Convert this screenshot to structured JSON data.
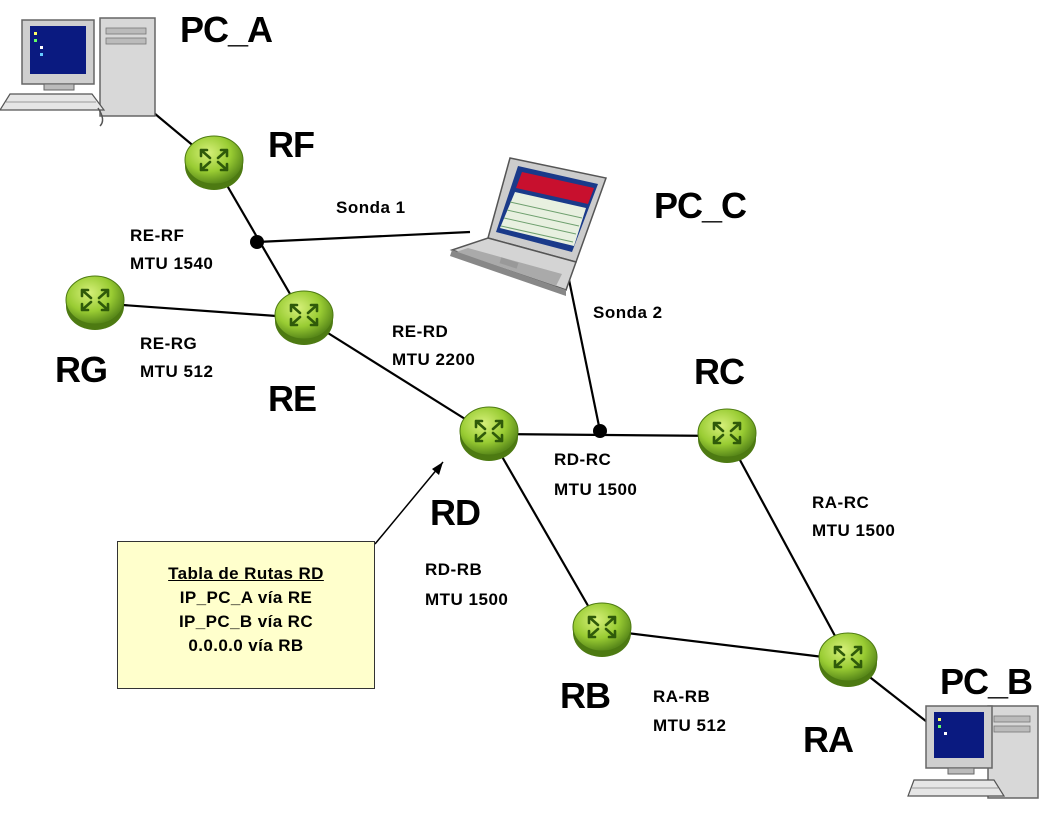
{
  "nodes": {
    "pc_a": "PC_A",
    "pc_b": "PC_B",
    "pc_c": "PC_C",
    "ra": "RA",
    "rb": "RB",
    "rc": "RC",
    "rd": "RD",
    "re": "RE",
    "rf": "RF",
    "rg": "RG"
  },
  "probes": {
    "sonda1": "Sonda 1",
    "sonda2": "Sonda 2"
  },
  "links": {
    "re_rf": {
      "name": "RE-RF",
      "mtu": "MTU 1540"
    },
    "re_rg": {
      "name": "RE-RG",
      "mtu": "MTU 512"
    },
    "re_rd": {
      "name": "RE-RD",
      "mtu": "MTU 2200"
    },
    "rd_rc": {
      "name": "RD-RC",
      "mtu": "MTU 1500"
    },
    "ra_rc": {
      "name": "RA-RC",
      "mtu": "MTU 1500"
    },
    "rd_rb": {
      "name": "RD-RB",
      "mtu": "MTU 1500"
    },
    "ra_rb": {
      "name": "RA-RB",
      "mtu": "MTU 512"
    }
  },
  "route_table": {
    "title": "Tabla de Rutas RD",
    "rows": [
      "IP_PC_A vía RE",
      "IP_PC_B vía RC",
      "0.0.0.0 vía RB"
    ]
  },
  "colors": {
    "router_green": "#99cc33",
    "router_dark": "#5a8a1a",
    "table_bg": "#ffffcc"
  }
}
